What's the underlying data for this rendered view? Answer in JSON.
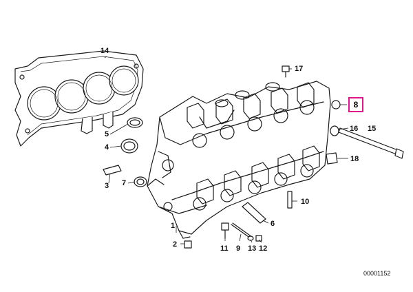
{
  "parts": {
    "p1": "1",
    "p2": "2",
    "p3": "3",
    "p4": "4",
    "p5": "5",
    "p6": "6",
    "p7": "7",
    "p8": "8",
    "p9": "9",
    "p10": "10",
    "p11": "11",
    "p12": "12",
    "p13": "13",
    "p14": "14",
    "p15": "15",
    "p16": "16",
    "p17": "17",
    "p18": "18"
  },
  "highlighted_part": "8",
  "highlight_color": "#e0158a",
  "diagram_number": "00001152"
}
